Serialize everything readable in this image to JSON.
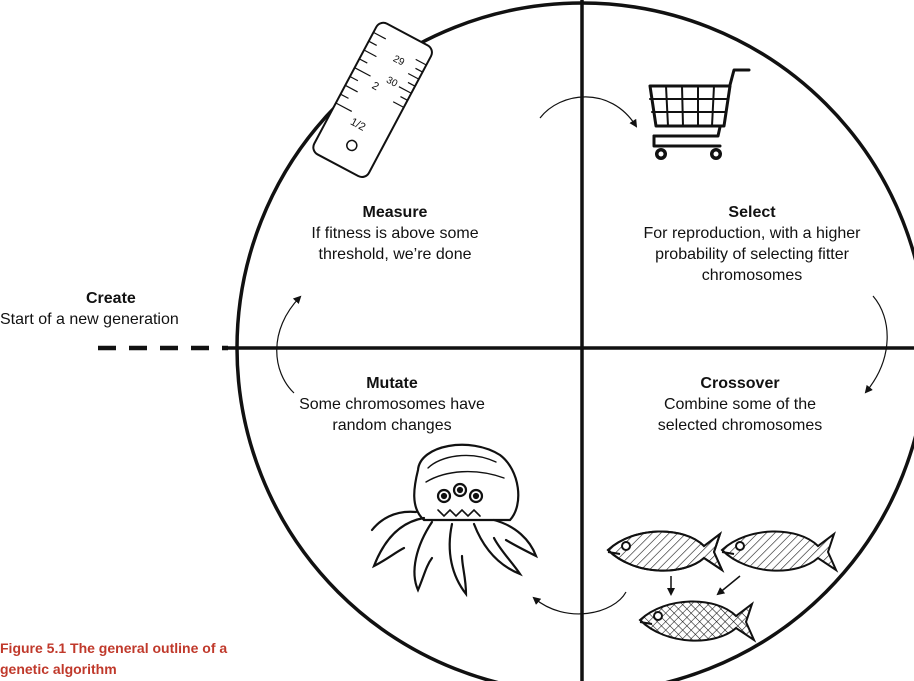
{
  "steps": {
    "create": {
      "title": "Create",
      "description": "Start of a new generation"
    },
    "measure": {
      "title": "Measure",
      "description": "If fitness is above some threshold, we’re done"
    },
    "select": {
      "title": "Select",
      "description": "For reproduction, with a higher probability of selecting fitter chromosomes"
    },
    "crossover": {
      "title": "Crossover",
      "description": "Combine some of the selected chromosomes"
    },
    "mutate": {
      "title": "Mutate",
      "description": "Some chromosomes have random changes"
    }
  },
  "caption": "Figure 5.1   The general outline of a genetic algorithm",
  "ruler_marks": {
    "a": "2",
    "b": "29",
    "c": "30",
    "d": "1/2"
  },
  "icons": {
    "measure": "ruler-icon",
    "select": "shopping-cart-icon",
    "crossover": "fish-crossover-icon",
    "mutate": "octopus-monster-icon"
  },
  "colors": {
    "stroke": "#111111",
    "caption": "#c0392b"
  }
}
